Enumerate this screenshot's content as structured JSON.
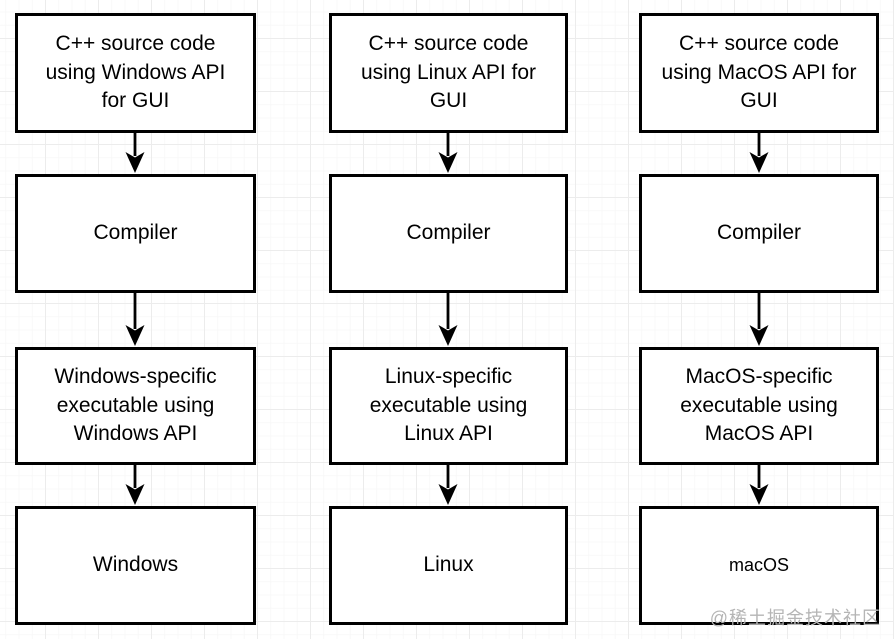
{
  "diagram": {
    "columns": [
      {
        "platform": "Windows",
        "boxes": {
          "source": "C++ source code using Windows API for GUI",
          "compiler": "Compiler",
          "executable": "Windows-specific executable using Windows API",
          "os": "Windows"
        }
      },
      {
        "platform": "Linux",
        "boxes": {
          "source": "C++ source code using Linux API for GUI",
          "compiler": "Compiler",
          "executable": "Linux-specific executable using Linux API",
          "os": "Linux"
        }
      },
      {
        "platform": "macOS",
        "boxes": {
          "source": "C++ source code using MacOS API for GUI",
          "compiler": "Compiler",
          "executable": "MacOS-specific executable using MacOS API",
          "os": "macOS"
        }
      }
    ]
  },
  "watermark": "@稀土掘金技术社区",
  "colors": {
    "box_border": "#000000",
    "box_fill": "#ffffff",
    "text": "#000000",
    "arrow": "#000000",
    "grid_major": "#ececec",
    "grid_minor": "#f8f8f8",
    "watermark": "#b5b5b5",
    "background": "#ffffff"
  }
}
